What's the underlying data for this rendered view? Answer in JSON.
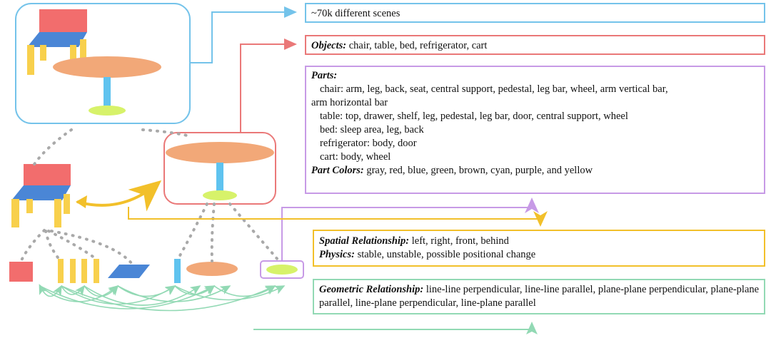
{
  "scenes": {
    "text": "~70k different scenes"
  },
  "objects": {
    "label": "Objects:",
    "text": " chair, table, bed, refrigerator, cart"
  },
  "parts": {
    "label": "Parts:",
    "lines": [
      "chair: arm, leg, back, seat, central support, pedestal, leg bar, wheel, arm vertical bar,",
      "arm horizontal bar",
      "table: top, drawer, shelf, leg, pedestal, leg bar, door, central support, wheel",
      "bed: sleep area, leg, back",
      "refrigerator: body, door",
      "cart: body, wheel"
    ],
    "colors_label": "Part Colors:",
    "colors_text": " gray, red, blue, green, brown, cyan, purple, and yellow"
  },
  "spatial": {
    "label": "Spatial Relationship:",
    "text": " left, right, front, behind",
    "physics_label": "Physics:",
    "physics_text": " stable, unstable, possible positional change"
  },
  "geometric": {
    "label": "Geometric Relationship:",
    "text": " line-line perpendicular, line-line parallel, plane-plane perpendicular, plane-plane parallel, line-plane perpendicular, line-plane parallel"
  },
  "colors": {
    "cyan": "#74c3ea",
    "red": "#ea7878",
    "purple": "#c79ae6",
    "yellow": "#f2c02a",
    "green": "#92d9b4",
    "chair_back": "#f26d6d",
    "chair_seat": "#4a86d6",
    "chair_leg": "#f8d04c",
    "table_top": "#f2a878",
    "table_post": "#5fc3ef",
    "table_base": "#d7f26a"
  }
}
